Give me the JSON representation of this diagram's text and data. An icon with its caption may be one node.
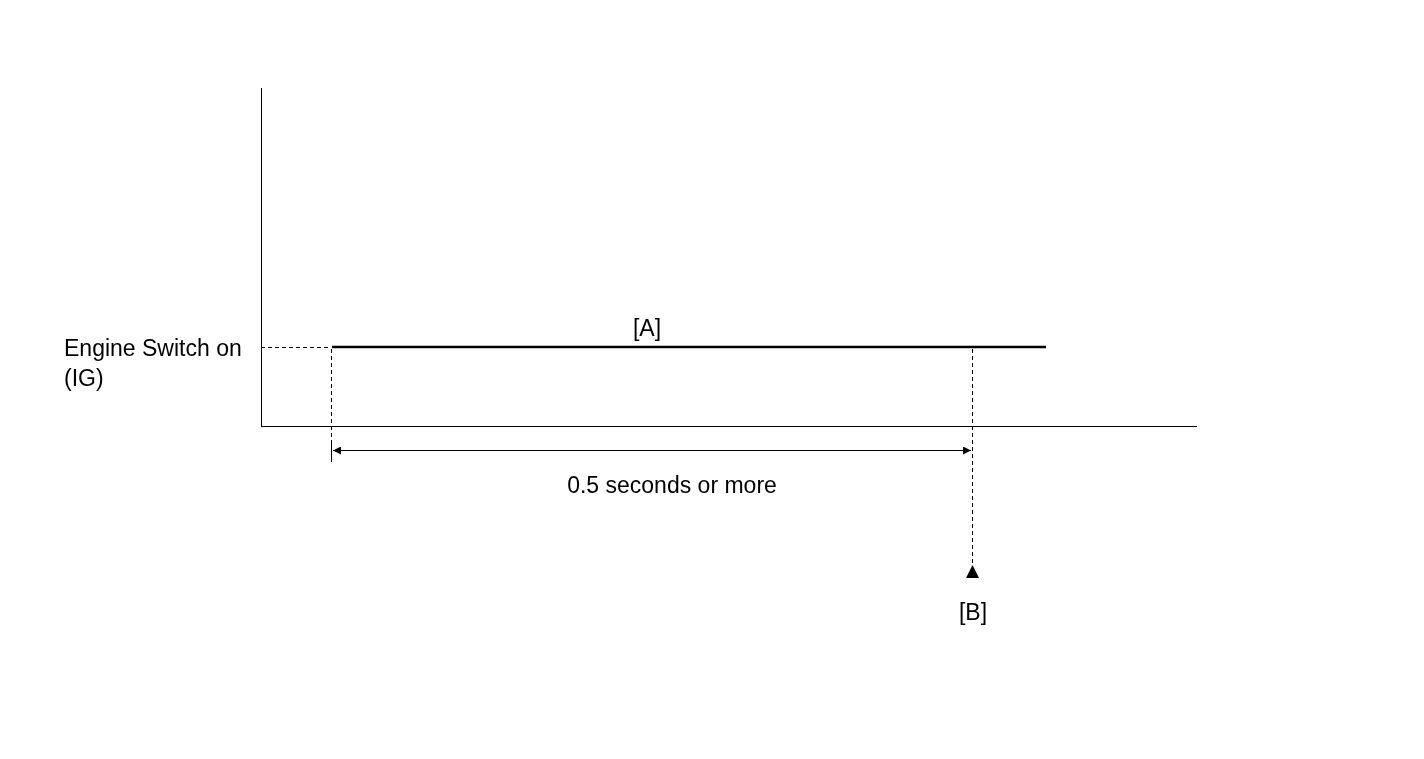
{
  "diagram": {
    "labels": [
      "Engine Switch on (IG)",
      "[A]",
      "0.5 seconds or more",
      "[B]"
    ]
  }
}
